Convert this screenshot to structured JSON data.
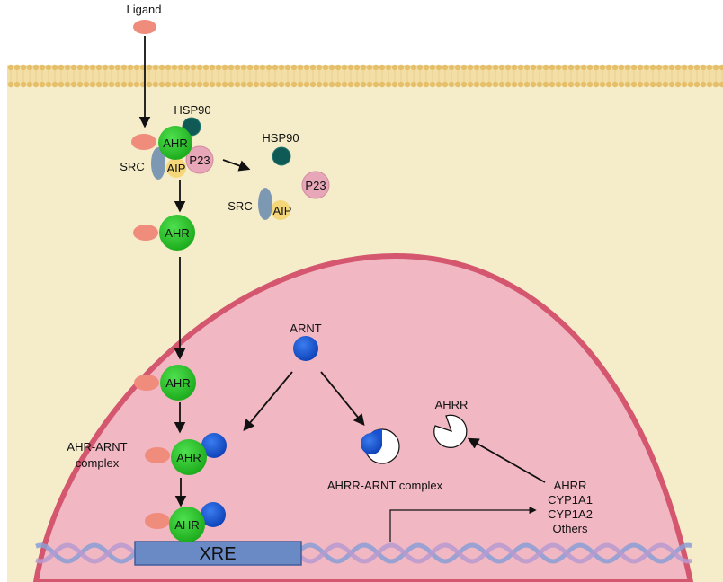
{
  "labels": {
    "ligand": "Ligand",
    "hsp90_bound": "HSP90",
    "ahr": "AHR",
    "src": "SRC",
    "aip": "AIP",
    "p23": "P23",
    "hsp90_free": "HSP90",
    "arnt": "ARNT",
    "ahr_arnt_complex_line1": "AHR-ARNT",
    "ahr_arnt_complex_line2": "complex",
    "ahrr_arnt_complex": "AHRR-ARNT complex",
    "ahrr": "AHRR",
    "xre": "XRE",
    "target_genes": [
      "AHRR",
      "CYP1A1",
      "CYP1A2",
      "Others"
    ]
  },
  "colors": {
    "cytoplasm": "#f5ecc9",
    "membrane": "#e8c77a",
    "nucleus_fill": "#f1b7c3",
    "nucleus_border": "#d4566f",
    "ahr_green": "#1fbf1f",
    "ligand_salmon": "#f08c7c",
    "hsp90_teal": "#0f5a55",
    "aip_yellow": "#f5d77a",
    "p23_pink": "#e8a7b8",
    "src_blue": "#7d98b3",
    "arnt_blue": "#1552d6",
    "xre_box": "#6a8ac6"
  }
}
